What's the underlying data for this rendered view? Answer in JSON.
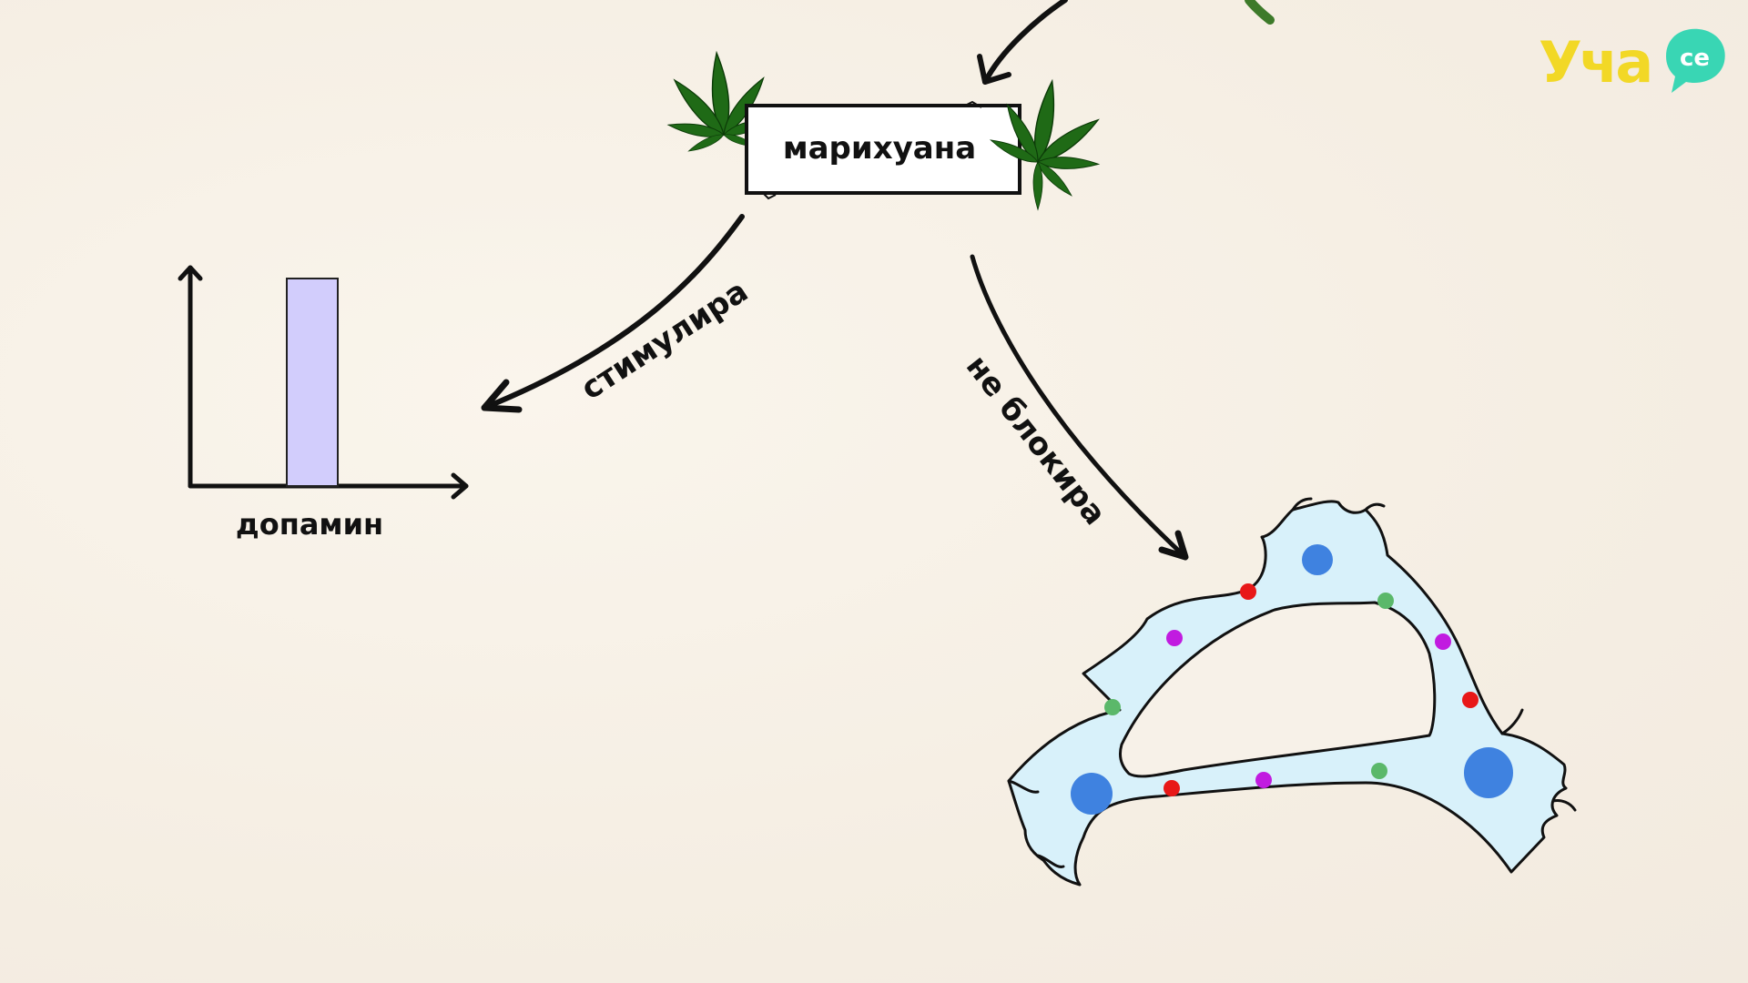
{
  "main_label": "марихуана",
  "arrow_left_label": "стимулира",
  "arrow_right_label": "не блокира",
  "chart_label": "допамин",
  "logo": {
    "main": "Уча",
    "bubble": "се",
    "main_color": "#f2d826",
    "bubble_color": "#39d6b4"
  },
  "chart_data": {
    "type": "bar",
    "categories": [
      ""
    ],
    "values": [
      1
    ],
    "xlabel": "допамин",
    "ylabel": "",
    "bar_color": "#d2cdfc"
  },
  "colors": {
    "background": "#f7f1e8",
    "leaf": "#1f6a16",
    "neuron_fill": "#d8f1fa",
    "nucleus": "#3f82e0",
    "dot_red": "#e81818",
    "dot_magenta": "#c11be0",
    "dot_green": "#5bb86a"
  }
}
